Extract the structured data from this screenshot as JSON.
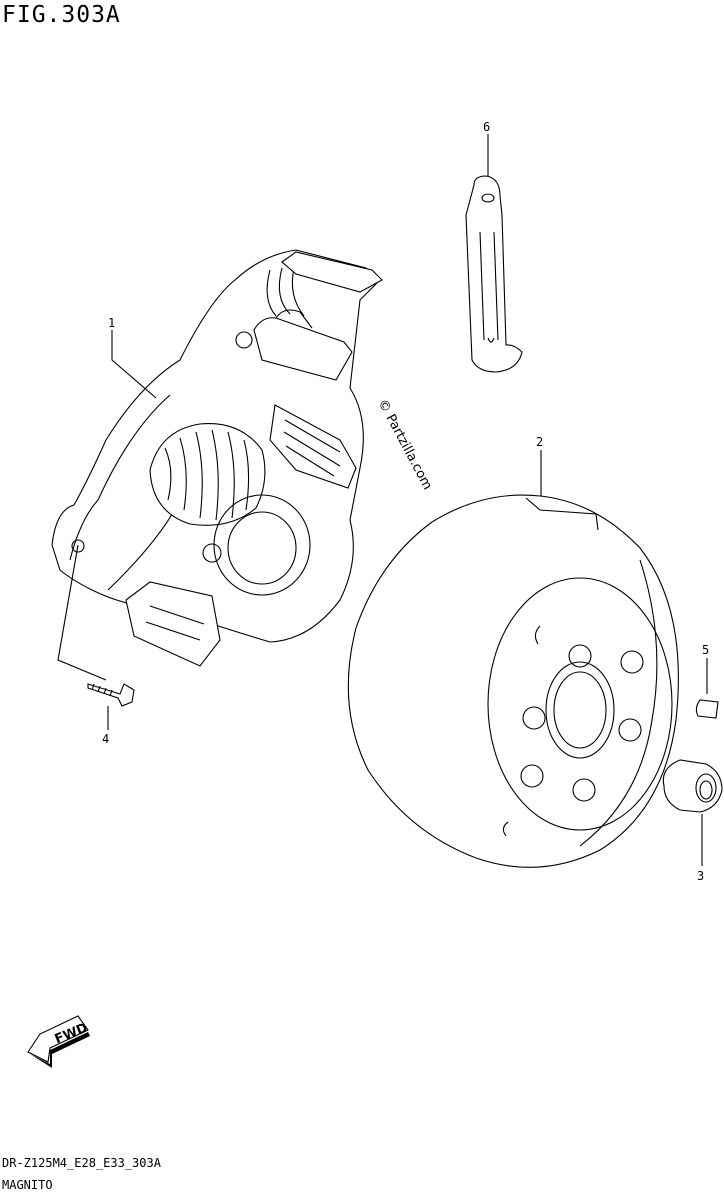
{
  "figure": {
    "title": "FIG.303A",
    "model_code": "DR-Z125M4_E28_E33_303A",
    "name": "MAGNITO"
  },
  "watermark": "© Partzilla.com",
  "callouts": [
    {
      "id": "1",
      "label": "1"
    },
    {
      "id": "2",
      "label": "2"
    },
    {
      "id": "3",
      "label": "3"
    },
    {
      "id": "4",
      "label": "4"
    },
    {
      "id": "5",
      "label": "5"
    },
    {
      "id": "6",
      "label": "6"
    }
  ],
  "direction_arrow": {
    "label": "FWD"
  }
}
